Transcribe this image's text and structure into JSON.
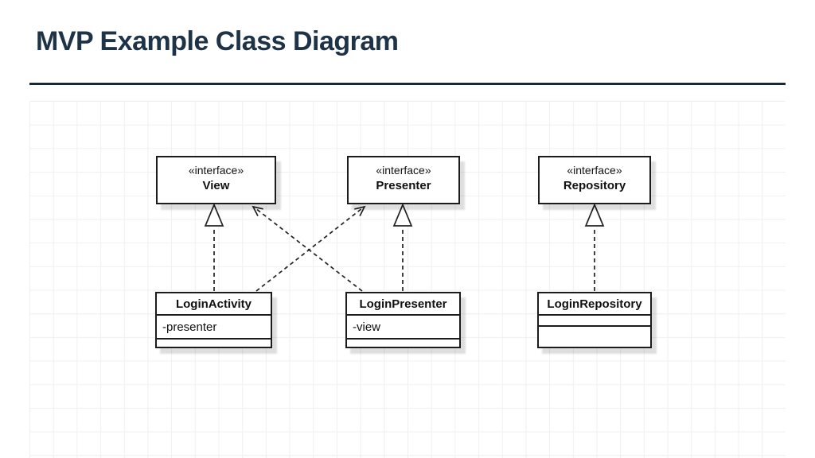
{
  "slide": {
    "title": "MVP Example Class Diagram"
  },
  "diagram": {
    "interfaces": [
      {
        "stereotype": "«interface»",
        "name": "View"
      },
      {
        "stereotype": "«interface»",
        "name": "Presenter"
      },
      {
        "stereotype": "«interface»",
        "name": "Repository"
      }
    ],
    "classes": [
      {
        "name": "LoginActivity",
        "attributes": [
          "-presenter"
        ],
        "methods": []
      },
      {
        "name": "LoginPresenter",
        "attributes": [
          "-view"
        ],
        "methods": []
      },
      {
        "name": "LoginRepository",
        "attributes": [],
        "methods": []
      }
    ],
    "relationships": [
      {
        "type": "realization",
        "from": "LoginActivity",
        "to": "View",
        "line": "dashed",
        "arrowhead": "hollow-triangle"
      },
      {
        "type": "realization",
        "from": "LoginPresenter",
        "to": "Presenter",
        "line": "dashed",
        "arrowhead": "hollow-triangle"
      },
      {
        "type": "realization",
        "from": "LoginRepository",
        "to": "Repository",
        "line": "dashed",
        "arrowhead": "hollow-triangle"
      },
      {
        "type": "dependency",
        "from": "LoginActivity",
        "to": "Presenter",
        "line": "dashed",
        "arrowhead": "open"
      },
      {
        "type": "dependency",
        "from": "LoginPresenter",
        "to": "View",
        "line": "dashed",
        "arrowhead": "open"
      }
    ],
    "colors": {
      "title_text": "#1e3348",
      "title_rule": "#1b2836",
      "node_border": "#1c1c1c",
      "node_fill": "#ffffff",
      "connector": "#222222",
      "grid_line": "#eef0f3",
      "background": "#ffffff"
    }
  }
}
